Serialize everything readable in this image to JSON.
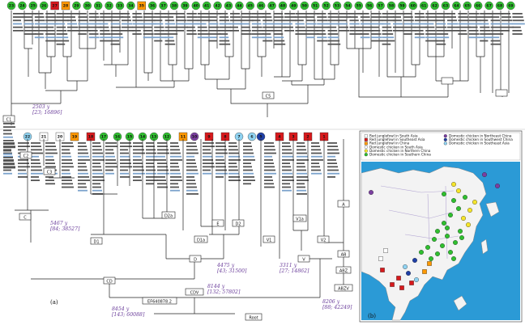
{
  "panel_labels": {
    "a": "(a)",
    "b": "(b)"
  },
  "top_nodes": [
    "23",
    "24",
    "25",
    "26",
    "27",
    "28",
    "29",
    "30",
    "31",
    "32",
    "33",
    "34",
    "35",
    "36",
    "37",
    "38",
    "39",
    "40",
    "41",
    "42",
    "43",
    "44",
    "45",
    "46",
    "47",
    "48",
    "49",
    "50",
    "51",
    "52",
    "53",
    "54",
    "55",
    "56",
    "57",
    "58",
    "59",
    "60",
    "61",
    "62",
    "63",
    "64",
    "65",
    "66",
    "67",
    "68",
    "69"
  ],
  "bottom_nodes": [
    "22",
    "21",
    "20",
    "19",
    "18",
    "17",
    "16",
    "15",
    "14",
    "13",
    "12",
    "11",
    "10",
    "9",
    "8",
    "7",
    "6",
    "5",
    "4",
    "3",
    "2",
    "1"
  ],
  "haplogroups": {
    "C1": "C1",
    "C2": "C2",
    "C3": "C3",
    "C": "C",
    "C5": "C5",
    "CD": "CD",
    "CDV": "CDV",
    "D": "D",
    "D1": "D1",
    "D2": "D2",
    "D2a": "D2a",
    "D1a": "D1a",
    "E": "E",
    "V": "V",
    "V1": "V1",
    "V2": "V2",
    "V1a": "V1a",
    "A": "A",
    "AB": "AB",
    "ABZ": "ABZ",
    "ABZV": "ABZV",
    "EF": "EF640878.2",
    "root": "Root"
  },
  "ages": {
    "c1_age": "2503 y",
    "c1_ci": "[23; 16896]",
    "c_age": "5467 y",
    "c_ci": "[84; 38527]",
    "d_age": "4475 y",
    "d_ci": "[43; 31500]",
    "v_age": "3311 y",
    "v_ci": "[27; 14862]",
    "cdv_age": "8144 y",
    "cdv_ci": "[132; 57802]",
    "abzv_age": "8206 y",
    "abzv_ci": "[88; 42249]",
    "root_age": "8454 y",
    "root_ci": "[143; 60088]"
  },
  "legend": {
    "items": [
      {
        "label": "Red junglefowl in South Asia",
        "shape": "square",
        "color": "#ffffff"
      },
      {
        "label": "Red junglefowl in Southeast Asia",
        "shape": "square",
        "color": "#d7191c"
      },
      {
        "label": "Red junglefowl in China",
        "shape": "square",
        "color": "#ff9900"
      },
      {
        "label": "Domestic chicken in South Asia",
        "shape": "circle",
        "color": "#ffffff"
      },
      {
        "label": "Domestic chicken in Northern China",
        "shape": "circle",
        "color": "#f5e52b"
      },
      {
        "label": "Domestic chicken in Southern China",
        "shape": "circle",
        "color": "#2fbf2f"
      },
      {
        "label": "Domestic chicken in Northeast China",
        "shape": "circle",
        "color": "#7b3fa0"
      },
      {
        "label": "Domestic chicken in Southwest China",
        "shape": "circle",
        "color": "#1f3fa6"
      },
      {
        "label": "Domestic chicken in Southeast Asia",
        "shape": "circle",
        "color": "#8fd3f2"
      }
    ]
  },
  "colors": {
    "green": "#2fbf2f",
    "red": "#d7191c",
    "orange": "#ff9900",
    "purple": "#7b3fa0",
    "blue": "#1f3fa6",
    "lightblue": "#8fd3f2",
    "yellow": "#f5e52b",
    "sea": "#2b9ad6"
  }
}
